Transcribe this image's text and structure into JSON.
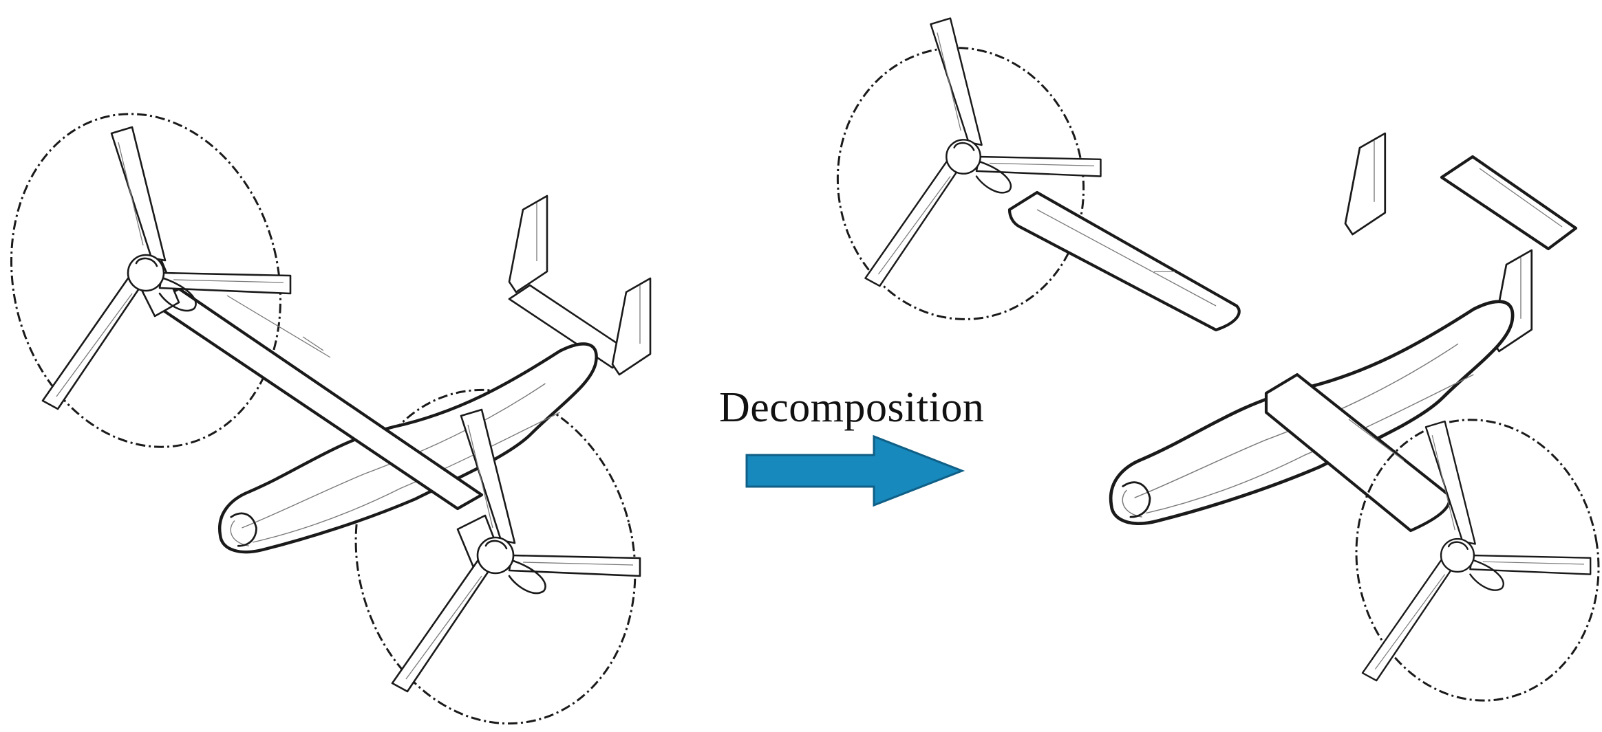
{
  "label": "Decomposition",
  "colors": {
    "arrow_fill": "#1789bd",
    "arrow_stroke": "#0f5f86",
    "line": "#1a1a1a"
  },
  "icons": [
    "tiltrotor-assembled",
    "tiltrotor-decomposed",
    "right-arrow"
  ]
}
